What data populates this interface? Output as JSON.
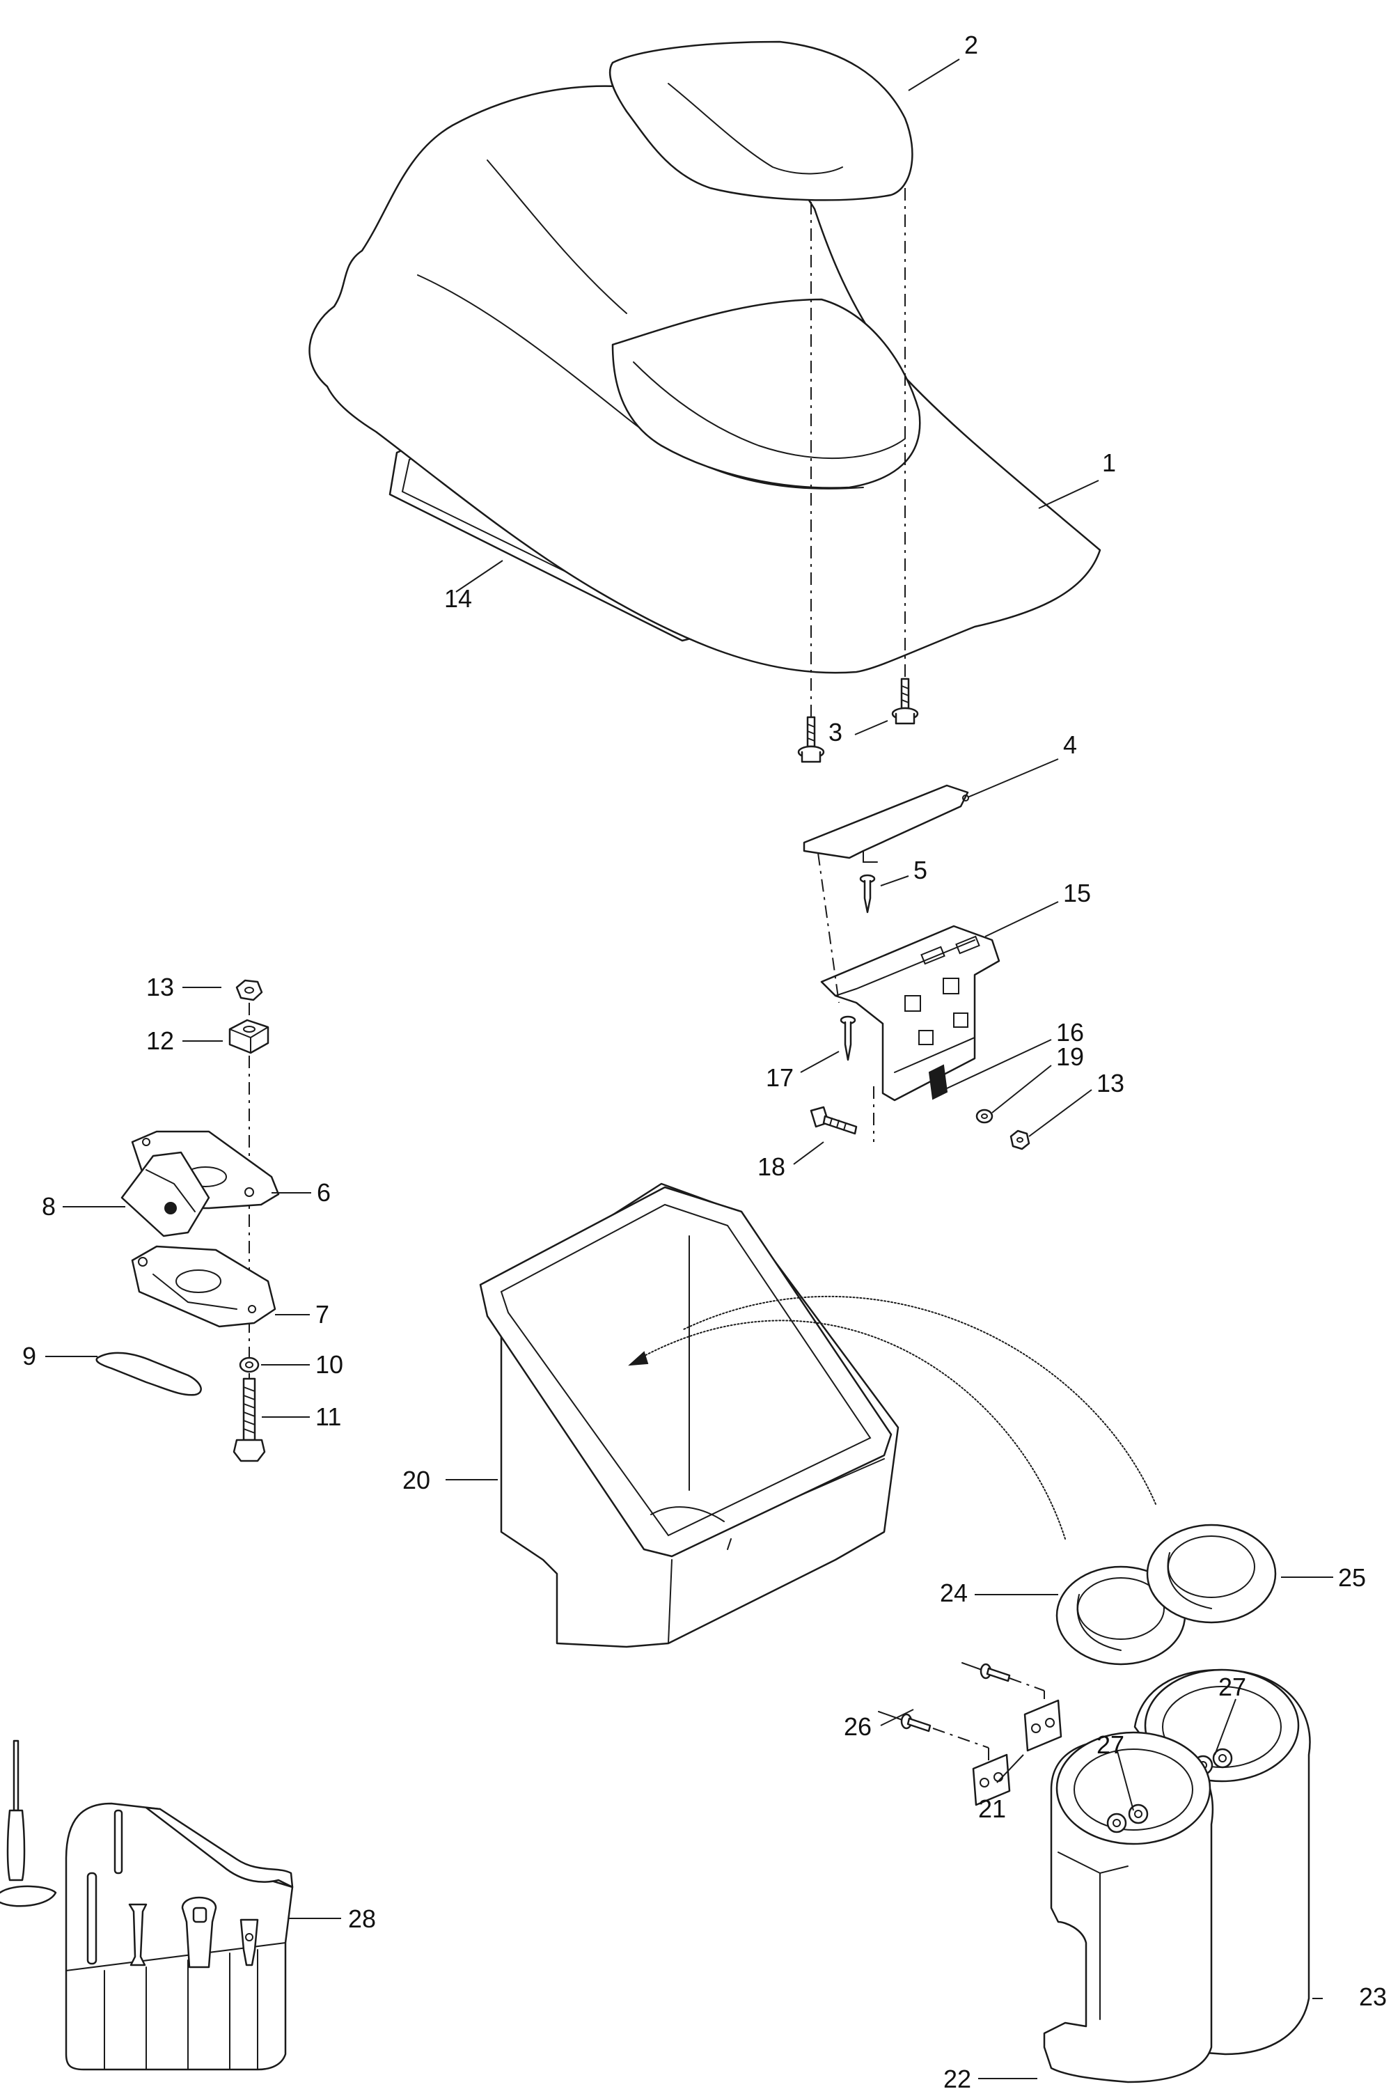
{
  "callouts": {
    "c1": "1",
    "c2": "2",
    "c3": "3",
    "c4": "4",
    "c5": "5",
    "c6": "6",
    "c7": "7",
    "c8": "8",
    "c9": "9",
    "c10": "10",
    "c11": "11",
    "c12": "12",
    "c13a": "13",
    "c13b": "13",
    "c14": "14",
    "c15": "15",
    "c16": "16",
    "c17": "17",
    "c18": "18",
    "c19": "19",
    "c20": "20",
    "c21": "21",
    "c22": "22",
    "c23": "23",
    "c24": "24",
    "c25": "25",
    "c26": "26",
    "c27a": "27",
    "c27b": "27",
    "c28": "28"
  }
}
